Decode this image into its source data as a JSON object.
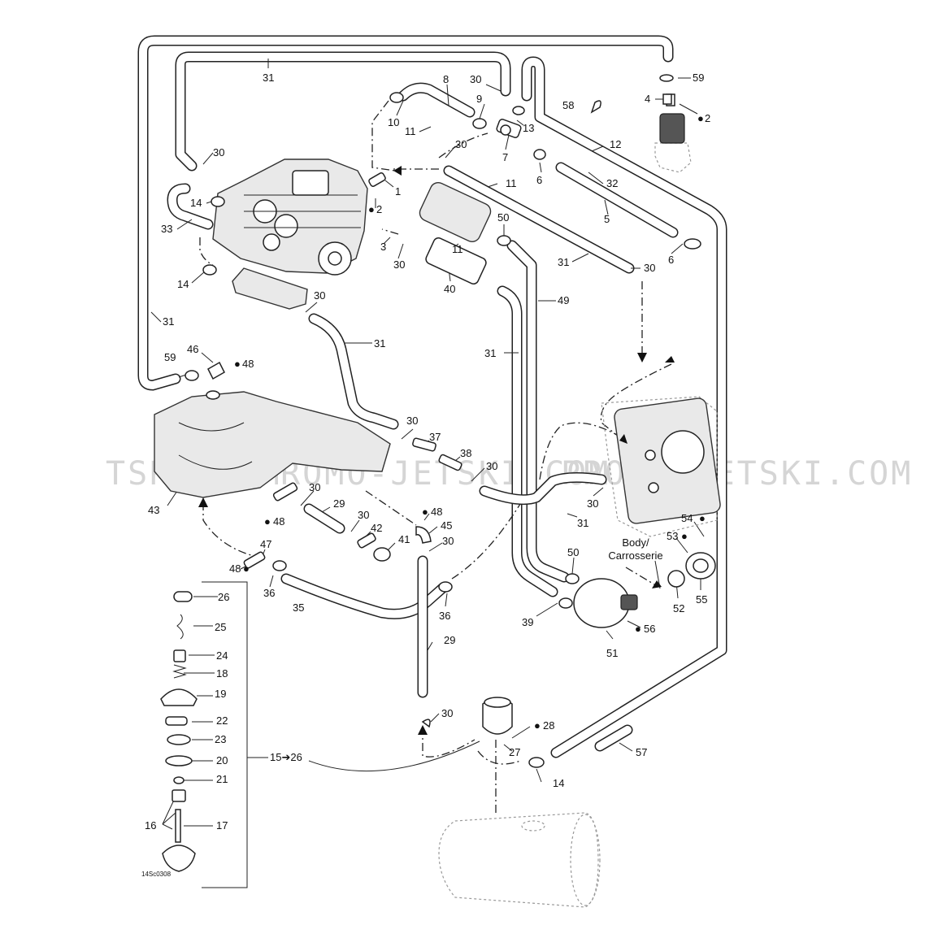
{
  "watermark": {
    "left": "TSKI.COM",
    "center": "PROMO-JETSKI.COM",
    "right": "PROMO-JETSKI.COM"
  },
  "diagram_code": "14Sc0308",
  "body_label": {
    "line1": "Body/",
    "line2": "Carrosserie"
  },
  "range_label": "15➔26",
  "drop_glyph": "●",
  "callouts": [
    {
      "id": "c31a",
      "text": "31"
    },
    {
      "id": "c8",
      "text": "8"
    },
    {
      "id": "c30a",
      "text": "30"
    },
    {
      "id": "c59a",
      "text": "59"
    },
    {
      "id": "c4",
      "text": "4"
    },
    {
      "id": "c2a",
      "text": "2"
    },
    {
      "id": "c58",
      "text": "58"
    },
    {
      "id": "c9",
      "text": "9"
    },
    {
      "id": "c10",
      "text": "10"
    },
    {
      "id": "c13",
      "text": "13"
    },
    {
      "id": "c11a",
      "text": "11"
    },
    {
      "id": "c7",
      "text": "7"
    },
    {
      "id": "c12",
      "text": "12"
    },
    {
      "id": "c30b",
      "text": "30"
    },
    {
      "id": "c30c",
      "text": "30"
    },
    {
      "id": "c6a",
      "text": "6"
    },
    {
      "id": "c1",
      "text": "1"
    },
    {
      "id": "c11b",
      "text": "11"
    },
    {
      "id": "c32",
      "text": "32"
    },
    {
      "id": "c14a",
      "text": "14"
    },
    {
      "id": "c2b",
      "text": "2"
    },
    {
      "id": "c5",
      "text": "5"
    },
    {
      "id": "c33",
      "text": "33"
    },
    {
      "id": "c50a",
      "text": "50"
    },
    {
      "id": "c3",
      "text": "3"
    },
    {
      "id": "c11c",
      "text": "11"
    },
    {
      "id": "c6b",
      "text": "6"
    },
    {
      "id": "c31b",
      "text": "31"
    },
    {
      "id": "c30d",
      "text": "30"
    },
    {
      "id": "c30e",
      "text": "30"
    },
    {
      "id": "c14b",
      "text": "14"
    },
    {
      "id": "c40",
      "text": "40"
    },
    {
      "id": "c30f",
      "text": "30"
    },
    {
      "id": "c49",
      "text": "49"
    },
    {
      "id": "c31c",
      "text": "31"
    },
    {
      "id": "c31d",
      "text": "31"
    },
    {
      "id": "c31e",
      "text": "31"
    },
    {
      "id": "c46",
      "text": "46"
    },
    {
      "id": "c59b",
      "text": "59"
    },
    {
      "id": "c48a",
      "text": "48"
    },
    {
      "id": "c30g",
      "text": "30"
    },
    {
      "id": "c37",
      "text": "37"
    },
    {
      "id": "c38",
      "text": "38"
    },
    {
      "id": "c30h",
      "text": "30"
    },
    {
      "id": "c30i",
      "text": "30"
    },
    {
      "id": "c43",
      "text": "43"
    },
    {
      "id": "c30j",
      "text": "30"
    },
    {
      "id": "c29a",
      "text": "29"
    },
    {
      "id": "c48b",
      "text": "48"
    },
    {
      "id": "c30k",
      "text": "30"
    },
    {
      "id": "c48c",
      "text": "48"
    },
    {
      "id": "c45",
      "text": "45"
    },
    {
      "id": "c31f",
      "text": "31"
    },
    {
      "id": "c54",
      "text": "54"
    },
    {
      "id": "c42",
      "text": "42"
    },
    {
      "id": "c41",
      "text": "41"
    },
    {
      "id": "c30l",
      "text": "30"
    },
    {
      "id": "c53",
      "text": "53"
    },
    {
      "id": "c47",
      "text": "47"
    },
    {
      "id": "c48d",
      "text": "48"
    },
    {
      "id": "c50b",
      "text": "50"
    },
    {
      "id": "c36a",
      "text": "36"
    },
    {
      "id": "c35",
      "text": "35"
    },
    {
      "id": "c36b",
      "text": "36"
    },
    {
      "id": "c52",
      "text": "52"
    },
    {
      "id": "c55",
      "text": "55"
    },
    {
      "id": "c39",
      "text": "39"
    },
    {
      "id": "c56",
      "text": "56"
    },
    {
      "id": "c51",
      "text": "51"
    },
    {
      "id": "c26",
      "text": "26"
    },
    {
      "id": "c25",
      "text": "25"
    },
    {
      "id": "c29b",
      "text": "29"
    },
    {
      "id": "c24",
      "text": "24"
    },
    {
      "id": "c18",
      "text": "18"
    },
    {
      "id": "c19",
      "text": "19"
    },
    {
      "id": "c22",
      "text": "22"
    },
    {
      "id": "c30m",
      "text": "30"
    },
    {
      "id": "c28",
      "text": "28"
    },
    {
      "id": "c23",
      "text": "23"
    },
    {
      "id": "c27",
      "text": "27"
    },
    {
      "id": "c57",
      "text": "57"
    },
    {
      "id": "c20",
      "text": "20"
    },
    {
      "id": "c14c",
      "text": "14"
    },
    {
      "id": "c21",
      "text": "21"
    },
    {
      "id": "c16",
      "text": "16"
    },
    {
      "id": "c17",
      "text": "17"
    }
  ]
}
